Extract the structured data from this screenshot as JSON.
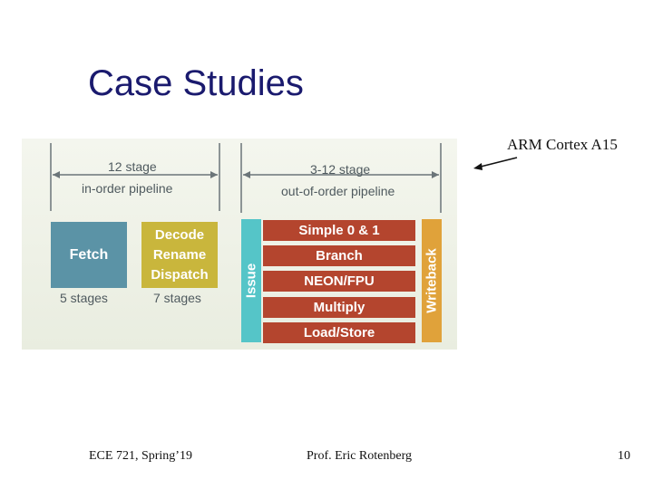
{
  "slide": {
    "title": "Case Studies",
    "caption": "ARM Cortex A15"
  },
  "diagram": {
    "inorder": {
      "stage": "12 stage",
      "label": "in-order pipeline"
    },
    "ooo": {
      "stage": "3-12 stage",
      "label": "out-of-order pipeline"
    },
    "fetch": {
      "label": "Fetch",
      "stages": "5 stages"
    },
    "decode": {
      "lines": [
        "Decode",
        "Rename",
        "Dispatch"
      ],
      "stages": "7 stages"
    },
    "issue": "Issue",
    "writeback": "Writeback",
    "units": [
      "Simple 0 & 1",
      "Branch",
      "NEON/FPU",
      "Multiply",
      "Load/Store"
    ]
  },
  "footer": {
    "course": "ECE 721, Spring’19",
    "author": "Prof. Eric Rotenberg",
    "page": "10"
  }
}
